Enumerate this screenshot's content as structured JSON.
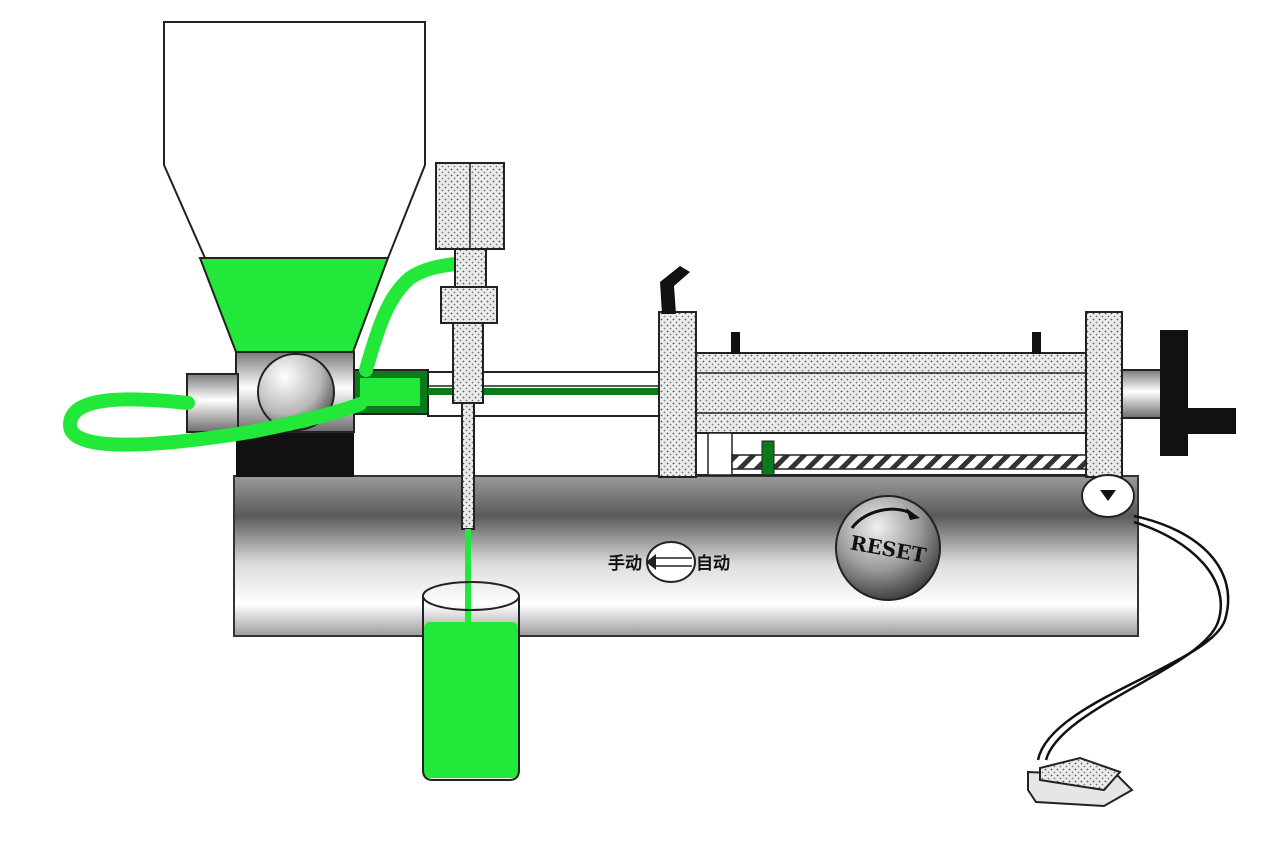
{
  "labels": {
    "manual": "手动",
    "auto": "自动",
    "reset": "RESET"
  },
  "colors": {
    "liquid": "#22e83a",
    "liquid_dark": "#0a7a1a",
    "outline": "#222222",
    "handwheel": "#111111",
    "dotted_fill": "#e6e6e6"
  }
}
